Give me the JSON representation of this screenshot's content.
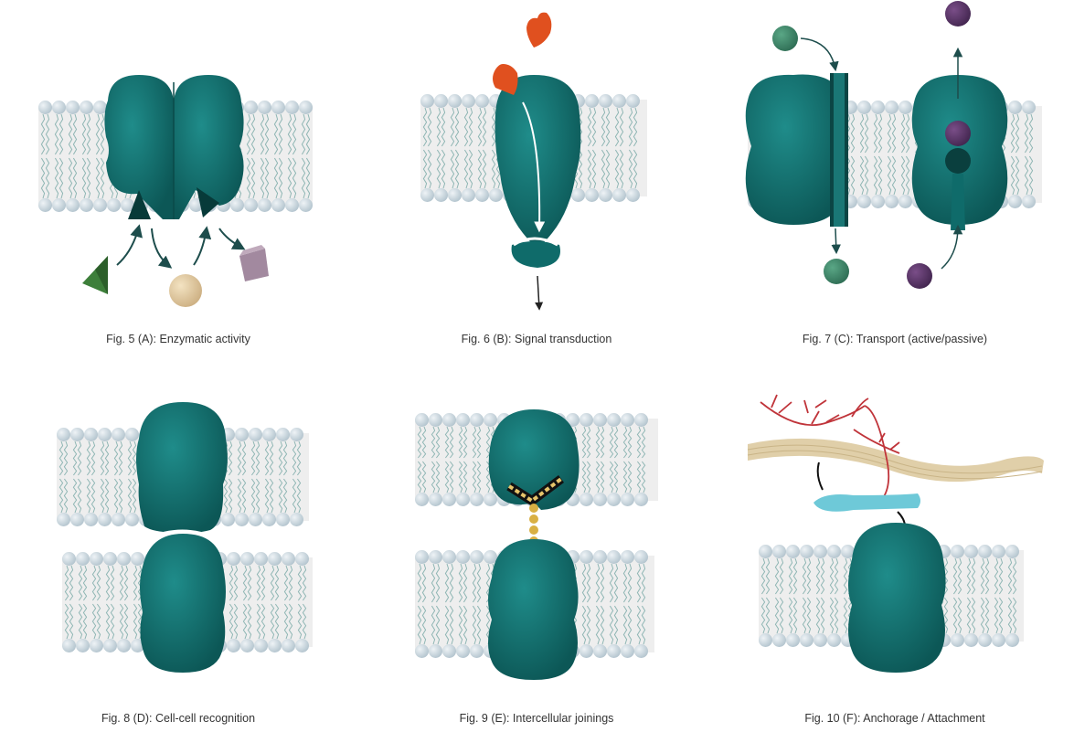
{
  "colors": {
    "protein": "#0f6b6a",
    "protein_light": "#1f8c8a",
    "lipid_head": "#c9d6de",
    "lipid_tail": "#8fb6b4",
    "membrane_bg": "#eeeeee",
    "arrow": "#1d4d4c",
    "caption": "#333333",
    "triangle": "#3d7f3a",
    "sphere": "#e2c89a",
    "box": "#a2899f",
    "signal": "#e0501f",
    "green_ion": "#3e8a6a",
    "purple_ion": "#5a3566",
    "fiber": "#e0cfa9",
    "filament": "#c0343a",
    "cyan_protein": "#6ec9d8"
  },
  "icons": {
    "triangle": "green-triangle-substrate",
    "sphere": "beige-sphere-product",
    "box": "purple-block-product",
    "signal": "orange-signal-molecule"
  },
  "figures": [
    {
      "id": "A",
      "caption": "Fig. 5 (A): Enzymatic activity"
    },
    {
      "id": "B",
      "caption": "Fig. 6 (B): Signal transduction"
    },
    {
      "id": "C",
      "caption": "Fig. 7 (C): Transport (active/passive)"
    },
    {
      "id": "D",
      "caption": "Fig. 8 (D): Cell-cell recognition"
    },
    {
      "id": "E",
      "caption": "Fig. 9 (E): Intercellular joinings"
    },
    {
      "id": "F",
      "caption": "Fig. 10 (F): Anchorage / Attachment"
    }
  ]
}
